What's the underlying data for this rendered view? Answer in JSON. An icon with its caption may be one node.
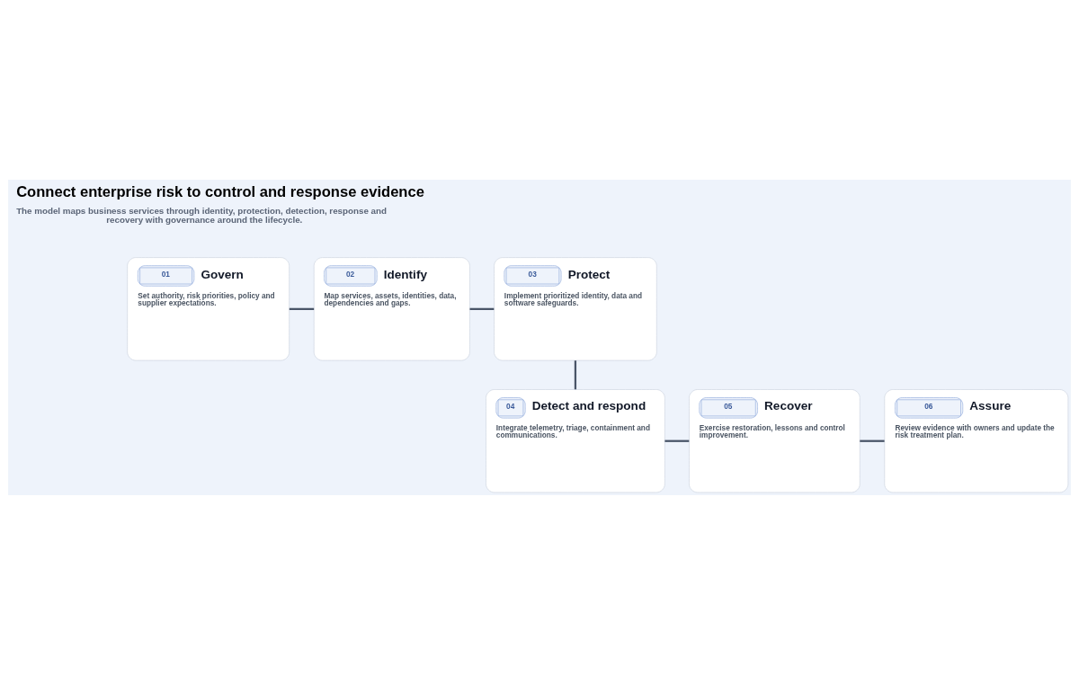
{
  "diagram": {
    "title": "Connect enterprise risk to control and response evidence",
    "nodes": [
      {
        "text": [
          "01",
          "Govern",
          "Set authority, risk priorities, policy and supplier expectations."
        ]
      },
      {
        "text": [
          "02",
          "Identify",
          "Map services, assets, identities, data, dependencies and gaps."
        ]
      },
      {
        "text": [
          "03",
          "Protect",
          "Implement prioritized identity, data and software safeguards."
        ]
      },
      {
        "text": [
          "04",
          "Detect and respond",
          "Integrate telemetry, triage, containment and communications."
        ]
      },
      {
        "text": [
          "05",
          "Recover",
          "Exercise restoration, lessons and control improvement."
        ]
      },
      {
        "text": [
          "06",
          "Assure",
          "Review evidence with owners and update the risk treatment plan."
        ]
      }
    ],
    "edges": [
      {
        "from": 0,
        "to": 1,
        "arrow": "none"
      },
      {
        "from": 1,
        "to": 2,
        "arrow": "none"
      },
      {
        "from": 2,
        "to": 3,
        "arrow": "none"
      },
      {
        "from": 3,
        "to": 4,
        "arrow": "none"
      },
      {
        "from": 4,
        "to": 5,
        "arrow": "none"
      }
    ],
    "labels": [
      "The model maps business services through identity, protection, detection, response and recovery with governance around the lifecycle."
    ]
  }
}
